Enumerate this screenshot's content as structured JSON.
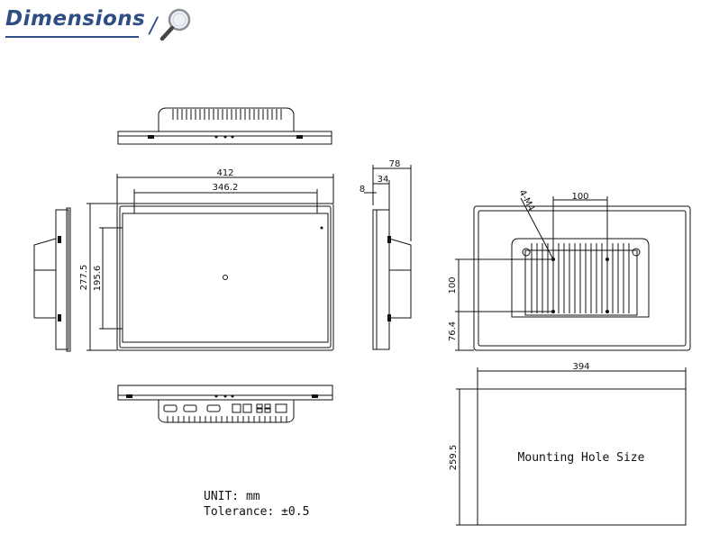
{
  "header": {
    "title": "Dimensions",
    "accent_color": "#2f4e86",
    "icon": "magnifier-icon"
  },
  "dimensions": {
    "front_width": "412",
    "front_inner_width": "346.2",
    "front_height": "277.5",
    "front_inner_height": "195.6",
    "side_depth_total": "78",
    "side_depth_body": "34",
    "side_bezel": "8",
    "rear_hole_spacing_h": "100",
    "rear_hole_spacing_v": "100",
    "rear_hole_offset": "76.4",
    "rear_hole_callout": "4-M4",
    "cutout_width": "394",
    "cutout_height": "259.5"
  },
  "cutout_label": "Mounting Hole Size",
  "notes": {
    "unit": "UNIT: mm",
    "tolerance": "Tolerance: ±0.5"
  }
}
